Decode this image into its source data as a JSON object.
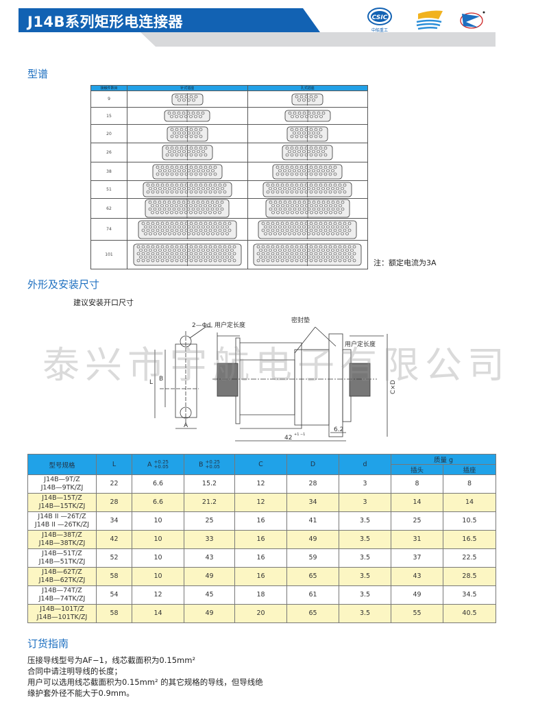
{
  "header": {
    "title": "J14B系列矩形电连接器",
    "logos": [
      {
        "name": "CSIC",
        "caption": "中船重工"
      },
      {
        "name": "wave-logo"
      },
      {
        "name": "star-logo"
      }
    ]
  },
  "colors": {
    "brand": "#1262b3",
    "table_header": "#20a2e8",
    "row_alt": "#fcf6c3"
  },
  "type_section": {
    "title": "型谱",
    "headers": [
      "接触件数目",
      "针式插座",
      "孔式插座"
    ],
    "rows": [
      "9",
      "15",
      "20",
      "26",
      "38",
      "51",
      "62",
      "74",
      "101"
    ],
    "note": "注：额定电流为3A"
  },
  "dims_section": {
    "title": "外形及安装尺寸",
    "subtitle": "建议安装开口尺寸",
    "labels": {
      "hole": "2—Φd",
      "user_len1": "用户定长度",
      "seal": "密封垫",
      "user_len2": "用户定长度",
      "L": "L",
      "B": "B",
      "A": "A",
      "CxD": "C×D",
      "w62": "6.2",
      "w42": "42",
      "w42_tol": "+1 −1"
    }
  },
  "watermark": "泰兴市宇航电子有限公司",
  "spec_table": {
    "headers": {
      "model": "型号规格",
      "L": "L",
      "A": "A",
      "A_tol_up": "+0.25",
      "A_tol_dn": "+0.05",
      "B": "B",
      "B_tol_up": "+0.25",
      "B_tol_dn": "+0.05",
      "C": "C",
      "D": "D",
      "d": "d",
      "mass": "质量 g",
      "plug": "插头",
      "socket": "插座"
    },
    "rows": [
      {
        "m1": "J14B—9T/Z",
        "m2": "J14B—9TK/ZJ",
        "L": "22",
        "A": "6.6",
        "B": "15.2",
        "C": "12",
        "D": "28",
        "d": "3",
        "plug": "8",
        "socket": "8"
      },
      {
        "m1": "J14B—15T/Z",
        "m2": "J14B—15TK/ZJ",
        "L": "28",
        "A": "6.6",
        "B": "21.2",
        "C": "12",
        "D": "34",
        "d": "3",
        "plug": "14",
        "socket": "14"
      },
      {
        "m1": "J14B II —26T/Z",
        "m2": "J14B II —26TK/ZJ",
        "L": "34",
        "A": "10",
        "B": "25",
        "C": "16",
        "D": "41",
        "d": "3.5",
        "plug": "25",
        "socket": "10.5"
      },
      {
        "m1": "J14B—38T/Z",
        "m2": "J14B—38TK/ZJ",
        "L": "42",
        "A": "10",
        "B": "33",
        "C": "16",
        "D": "49",
        "d": "3.5",
        "plug": "31",
        "socket": "16.5"
      },
      {
        "m1": "J14B—51T/Z",
        "m2": "J14B—51TK/ZJ",
        "L": "52",
        "A": "10",
        "B": "43",
        "C": "16",
        "D": "59",
        "d": "3.5",
        "plug": "37",
        "socket": "22.5"
      },
      {
        "m1": "J14B—62T/Z",
        "m2": "J14B—62TK/ZJ",
        "L": "58",
        "A": "10",
        "B": "49",
        "C": "16",
        "D": "65",
        "d": "3.5",
        "plug": "43",
        "socket": "28.5"
      },
      {
        "m1": "J14B—74T/Z",
        "m2": "J14B—74TK/ZJ",
        "L": "54",
        "A": "12",
        "B": "45",
        "C": "18",
        "D": "61",
        "d": "3.5",
        "plug": "49",
        "socket": "34.5"
      },
      {
        "m1": "J14B—101T/Z",
        "m2": "J14B—101TK/ZJ",
        "L": "58",
        "A": "14",
        "B": "49",
        "C": "20",
        "D": "65",
        "d": "3.5",
        "plug": "55",
        "socket": "40.5"
      }
    ]
  },
  "guide": {
    "title": "订货指南",
    "lines": [
      "压接导线型号为AF−1，线芯截面积为0.15mm²",
      "合同中请注明导线的长度；",
      "用户可以选用线芯截面积为0.15mm²  的其它规格的导线，但导线绝",
      "缘护套外径不能大于0.9mm。"
    ]
  }
}
